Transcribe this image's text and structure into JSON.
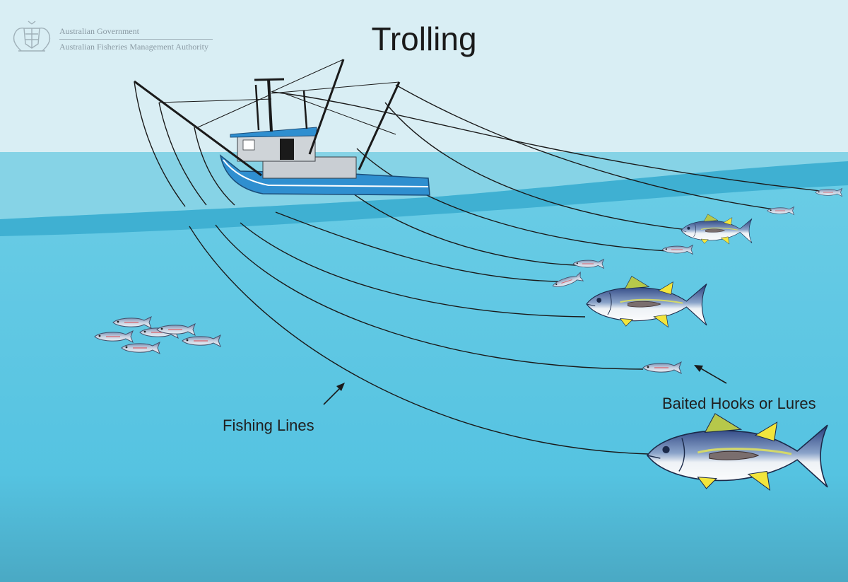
{
  "title": "Trolling",
  "logo": {
    "line1": "Australian Government",
    "line2": "Australian Fisheries Management Authority",
    "crest_icon": "coat-of-arms-icon"
  },
  "labels": {
    "fishing_lines": "Fishing Lines",
    "baited_hooks": "Baited Hooks or Lures"
  },
  "colors": {
    "sky": "#d9eef4",
    "sea": "#5cc6e3",
    "boat_hull": "#2f8fd0",
    "tuna_fin": "#f2e53c"
  }
}
